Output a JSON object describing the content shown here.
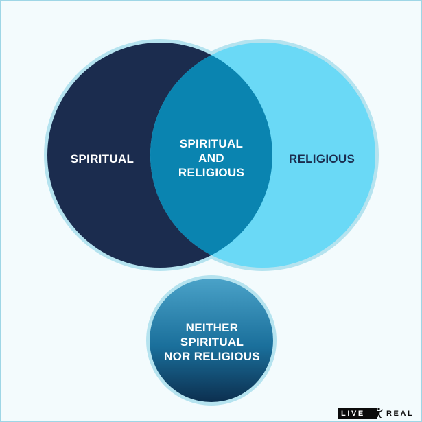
{
  "diagram": {
    "left_label": "SPIRITUAL",
    "intersection_label": [
      "SPIRITUAL",
      "AND",
      "RELIGIOUS"
    ],
    "right_label": "RELIGIOUS",
    "bottom_label": [
      "NEITHER",
      "SPIRITUAL",
      "NOR RELIGIOUS"
    ]
  },
  "logo": {
    "left_word": "LIVE",
    "right_word": "REAL"
  },
  "colors": {
    "background": "#f3fbfd",
    "spiritual": "#1b2c4e",
    "religious": "#6ad9f6",
    "intersection": "#0a84b0",
    "ring": "#b5e3ef",
    "neither_top": "#4aa2c8",
    "neither_bottom": "#0c2f4f"
  }
}
